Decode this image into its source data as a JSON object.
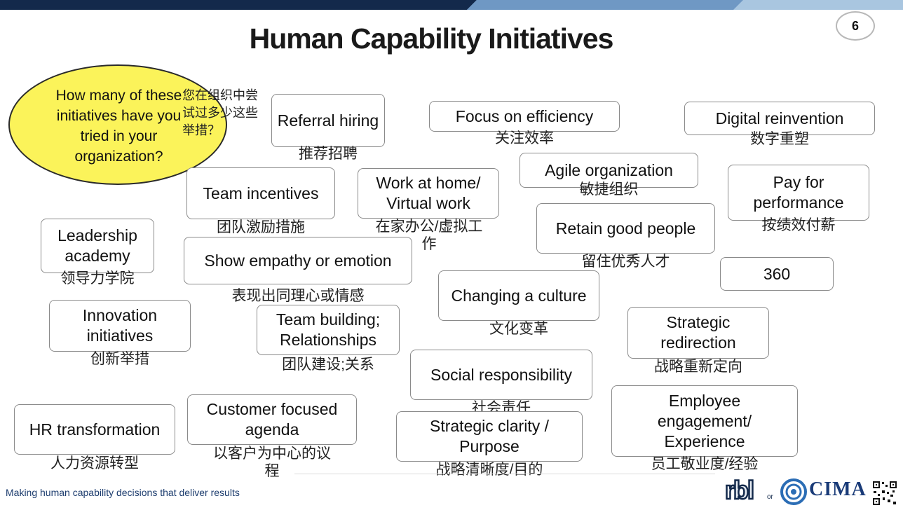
{
  "slide": {
    "title": "Human Capability Initiatives",
    "page_number": "6",
    "footer": "Making human capability decisions that deliver results"
  },
  "question": {
    "en": "How many of these initiatives have you tried in your organization?",
    "cn": "您在组织中尝试过多少这些举措？"
  },
  "initiatives": {
    "referral": {
      "en": "Referral hiring",
      "cn": "推荐招聘"
    },
    "efficiency": {
      "en": "Focus on efficiency",
      "cn": "关注效率"
    },
    "digital": {
      "en": "Digital reinvention",
      "cn": "数字重塑"
    },
    "team_incentives": {
      "en": "Team incentives",
      "cn": "团队激励措施"
    },
    "work_home": {
      "en": "Work at home/ Virtual work",
      "cn": "在家办公/虚拟工作"
    },
    "agile": {
      "en": "Agile organization",
      "cn": "敏捷组织"
    },
    "pay": {
      "en": "Pay for performance",
      "cn": "按绩效付薪"
    },
    "leadership": {
      "en": "Leadership academy",
      "cn": "领导力学院"
    },
    "empathy": {
      "en": "Show empathy or emotion",
      "cn": "表现出同理心或情感"
    },
    "retain": {
      "en": "Retain good people",
      "cn": "留住优秀人才"
    },
    "three60": {
      "en": "360",
      "cn": ""
    },
    "culture": {
      "en": "Changing a culture",
      "cn": "文化变革"
    },
    "innovation": {
      "en": "Innovation initiatives",
      "cn": "创新举措"
    },
    "team_building": {
      "en": "Team building; Relationships",
      "cn": "团队建设;关系"
    },
    "strategic_redirection": {
      "en": "Strategic redirection",
      "cn": "战略重新定向"
    },
    "social": {
      "en": "Social responsibility",
      "cn": "社会责任"
    },
    "hr": {
      "en": "HR transformation",
      "cn": "人力资源转型"
    },
    "customer": {
      "en": "Customer focused  agenda",
      "cn": "以客户为中心的议程"
    },
    "clarity": {
      "en": "Strategic clarity / Purpose",
      "cn": "战略清晰度/目的"
    },
    "engagement": {
      "en": "Employee engagement/ Experience",
      "cn": "员工敬业度/经验"
    }
  },
  "logos": {
    "rbl": "rbl",
    "cima": "CIMA"
  },
  "colors": {
    "bubble": "#fbf35a",
    "navy": "#13294b",
    "footer_text": "#1c3c6e"
  }
}
